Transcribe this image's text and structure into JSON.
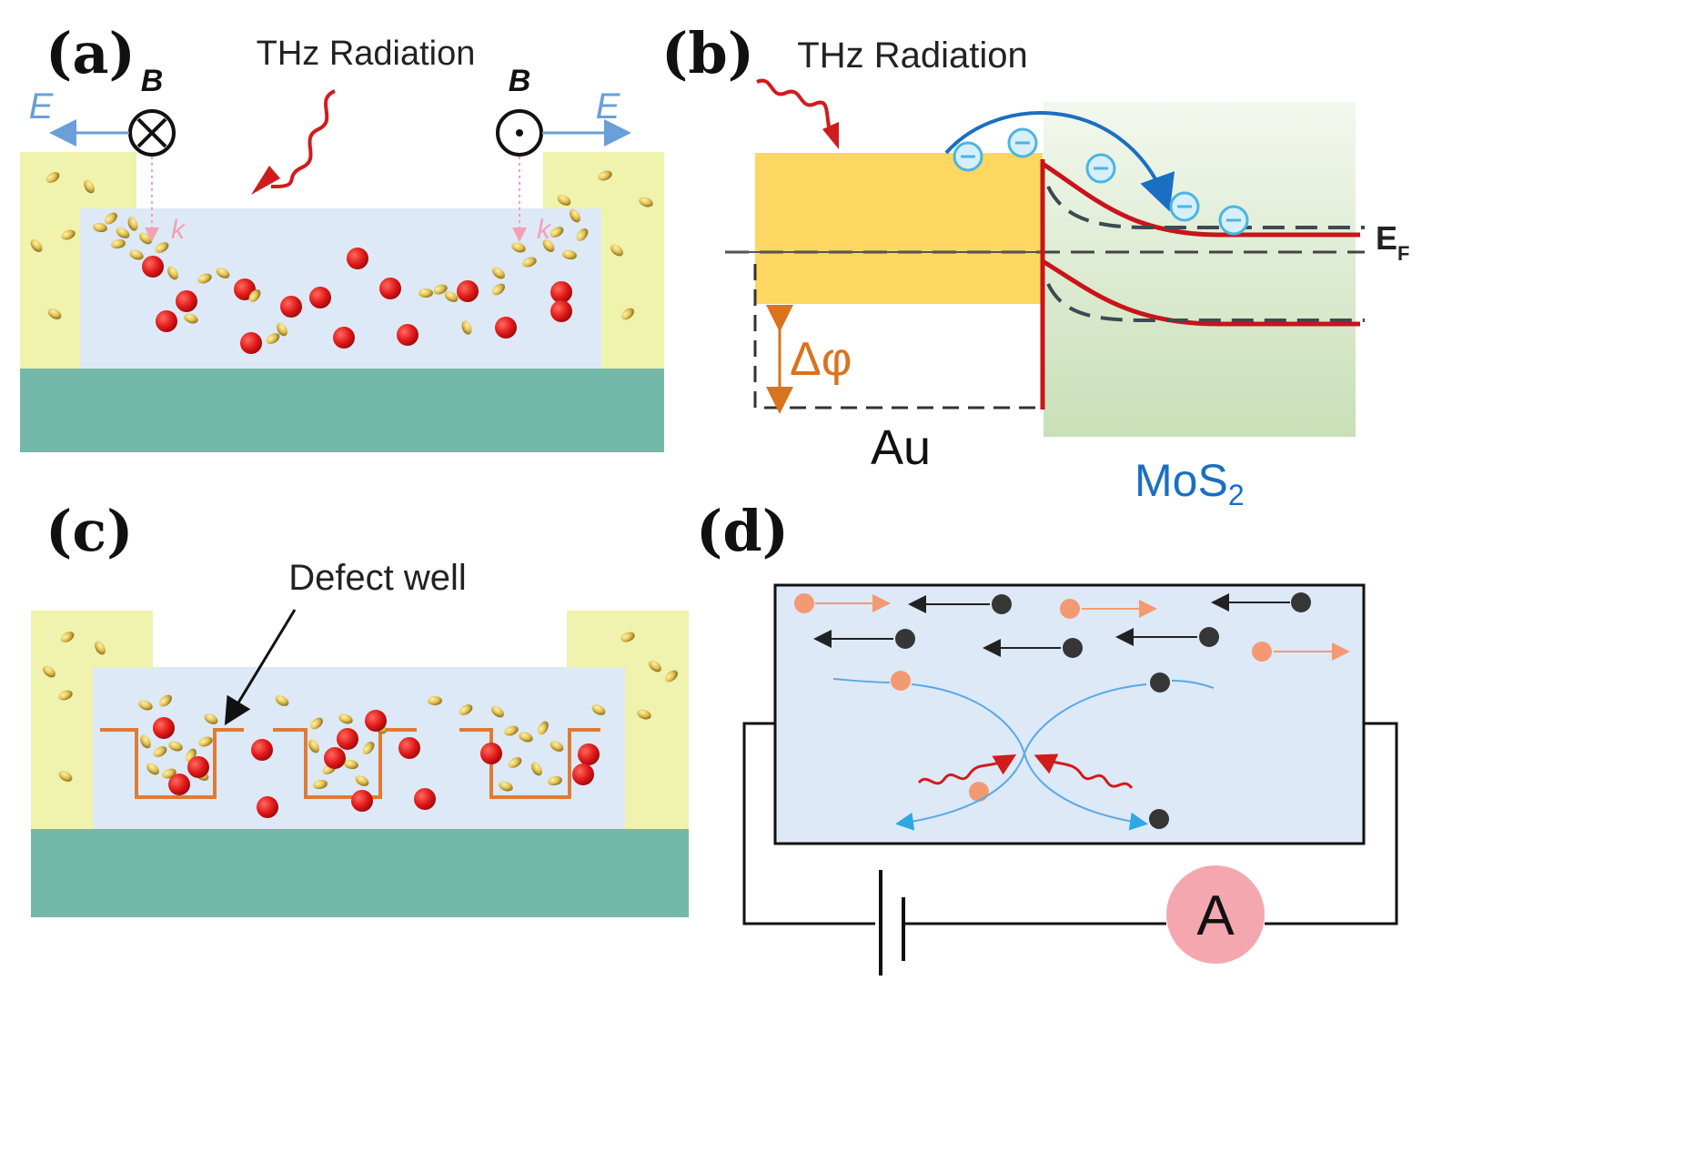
{
  "panels": {
    "a": {
      "label": "(a)",
      "radiation": "THz Radiation",
      "b_left": "B",
      "b_right": "B",
      "e_left": "E",
      "e_right": "E",
      "k_left": "k",
      "k_right": "k"
    },
    "b": {
      "label": "(b)",
      "radiation": "THz Radiation",
      "fermi_main": "E",
      "fermi_sub": "F",
      "delta_phi": "Δφ",
      "metal": "Au",
      "semi_main": "MoS",
      "semi_sub": "2"
    },
    "c": {
      "label": "(c)",
      "defect": "Defect well"
    },
    "d": {
      "label": "(d)",
      "ammeter": "A"
    }
  },
  "colors": {
    "substrate": "#73b8a8",
    "electrode": "#eff3ad",
    "channel": "#dde9f6",
    "particle_red": "#e01818",
    "particle_gold": "#e2c150",
    "radiation": "#d01c1c",
    "field_arrow": "#6a9fd8",
    "au_bar": "#fdd762",
    "band": "#c8141a",
    "mos2": "#dcebd0",
    "electron": "#49b6e2",
    "delta_phi": "#d9731e",
    "well": "#e07b35",
    "hole": "#f39a73",
    "electron_dark": "#363636",
    "ammeter": "#f4a7af"
  }
}
